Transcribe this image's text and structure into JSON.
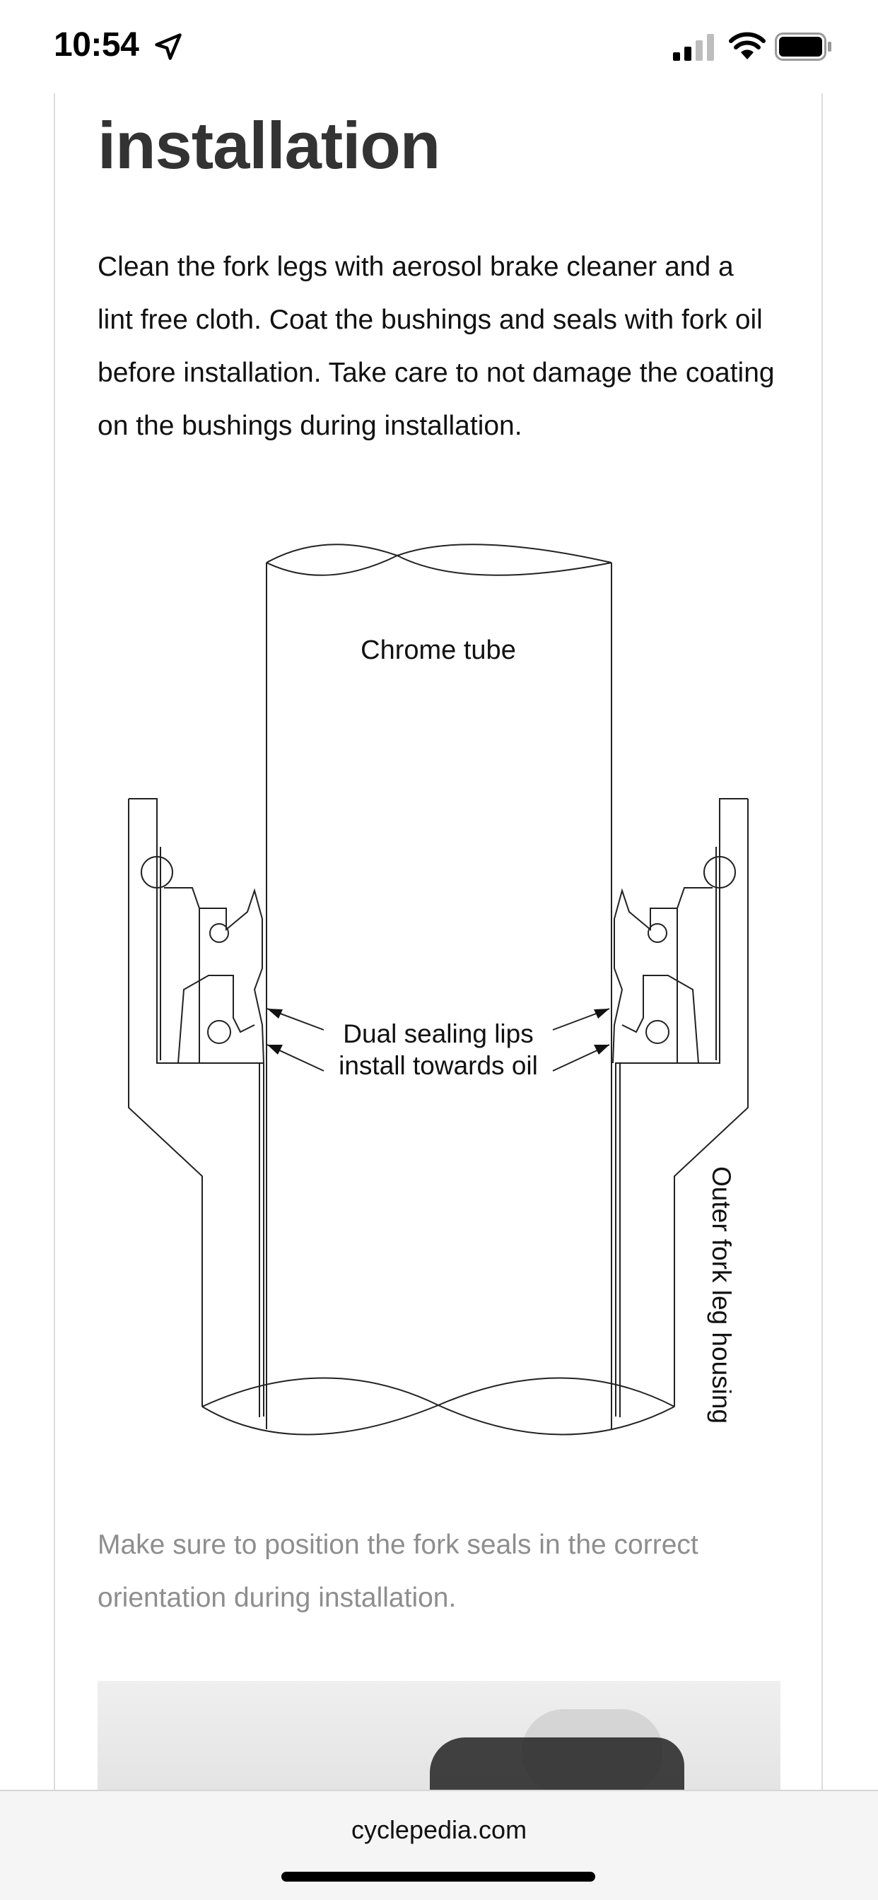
{
  "status_bar": {
    "time": "10:54",
    "icons": [
      "location-arrow-icon",
      "cellular-signal-icon",
      "wifi-icon",
      "battery-icon"
    ]
  },
  "article": {
    "heading": "installation",
    "body": "Clean the fork legs with aerosol brake cleaner and a lint free cloth. Coat the bushings and seals with fork oil before installation. Take care to not damage the coating on the bushings during installation.",
    "diagram": {
      "label_chrome_tube": "Chrome tube",
      "label_lips_line1": "Dual sealing lips",
      "label_lips_line2": "install towards oil",
      "label_outer_housing": "Outer fork leg housing"
    },
    "caption": "Make sure to position the fork seals in the correct orientation during installation."
  },
  "browser": {
    "url": "cyclepedia.com"
  }
}
